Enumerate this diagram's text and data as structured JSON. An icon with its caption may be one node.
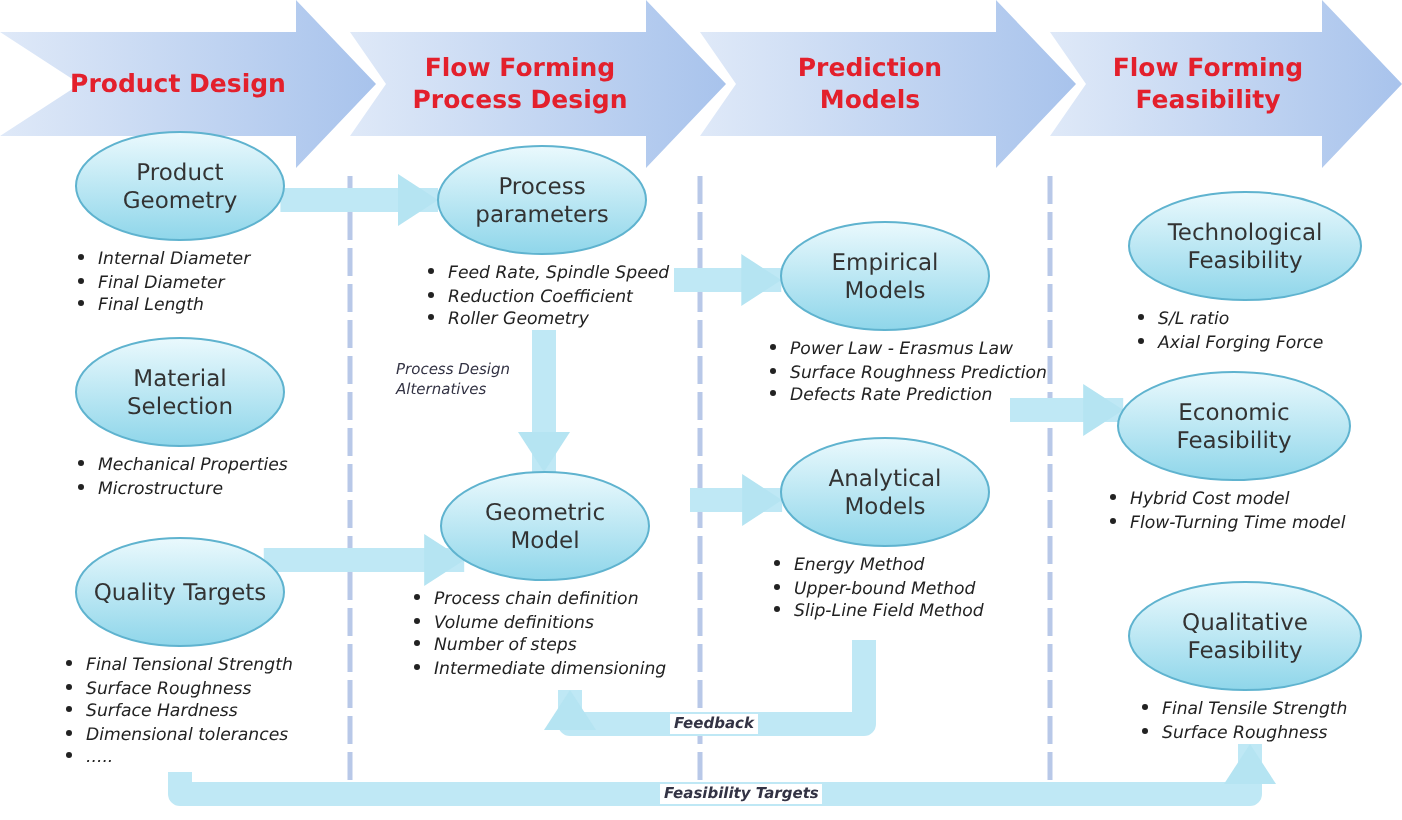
{
  "diagram": {
    "nodes": [
      {
        "text": [
          "Product Design"
        ]
      },
      {
        "text": [
          "Flow Forming Process Design"
        ]
      },
      {
        "text": [
          "Prediction Models"
        ]
      },
      {
        "text": [
          "Flow Forming Feasibility"
        ]
      },
      {
        "text": [
          "Product Geometry",
          "Internal Diameter",
          "Final Diameter",
          "Final Length"
        ]
      },
      {
        "text": [
          "Material Selection",
          "Mechanical Properties",
          "Microstructure"
        ]
      },
      {
        "text": [
          "Quality Targets",
          "Final Tensional Strength",
          "Surface Roughness",
          "Surface Hardness",
          "Dimensional tolerances",
          "....."
        ]
      },
      {
        "text": [
          "Process parameters",
          "Feed Rate, Spindle Speed",
          "Reduction Coefficient",
          "Roller Geometry"
        ]
      },
      {
        "text": [
          "Geometric Model",
          "Process chain definition",
          "Volume definitions",
          "Number of steps",
          "Intermediate dimensioning"
        ]
      },
      {
        "text": [
          "Empirical Models",
          "Power Law - Erasmus Law",
          "Surface Roughness Prediction",
          "Defects Rate Prediction"
        ]
      },
      {
        "text": [
          "Analytical Models",
          "Energy Method",
          "Upper-bound Method",
          "Slip-Line Field Method"
        ]
      },
      {
        "text": [
          "Technological Feasibility",
          "S/L ratio",
          "Axial Forging Force"
        ]
      },
      {
        "text": [
          "Economic Feasibility",
          "Hybrid Cost model",
          "Flow-Turning Time model"
        ]
      },
      {
        "text": [
          "Qualitative Feasibility",
          "Final Tensile Strength",
          "Surface Roughness"
        ]
      }
    ],
    "edges": [
      {
        "from": 4,
        "to": 7,
        "arrow": "to"
      },
      {
        "from": 6,
        "to": 8,
        "arrow": "to"
      },
      {
        "from": 7,
        "to": 8,
        "arrow": "to",
        "label": "Process Design Alternatives"
      },
      {
        "from": 7,
        "to": 9,
        "arrow": "to"
      },
      {
        "from": 8,
        "to": 10,
        "arrow": "to"
      },
      {
        "from": 9,
        "to": 12,
        "arrow": "to"
      },
      {
        "from": 10,
        "to": 8,
        "arrow": "to",
        "label": "Feedback"
      },
      {
        "from": 6,
        "to": 13,
        "arrow": "to",
        "label": "Feasibility Targets"
      }
    ]
  }
}
